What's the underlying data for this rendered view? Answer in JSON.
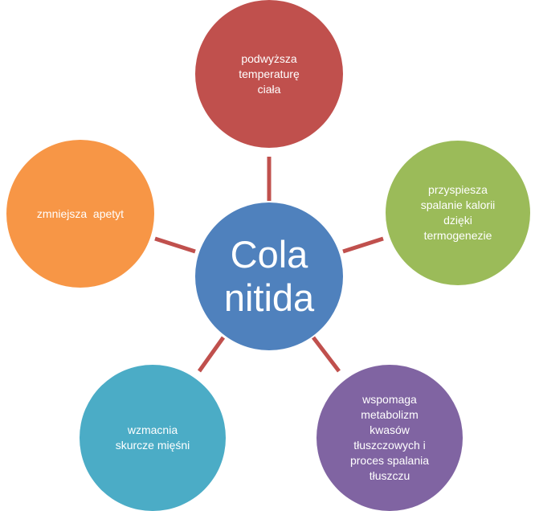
{
  "center": {
    "label": "Cola\nnitida",
    "color": "#4f81bd"
  },
  "nodes": [
    {
      "label": "podwyższa\ntemperaturę\nciała",
      "color": "#c0504d"
    },
    {
      "label": "przyspiesza\nspalanie kalorii\ndzięki\ntermogenezie",
      "color": "#9bbb59"
    },
    {
      "label": "wspomaga\nmetabolizm\nkwasów\ntłuszczowych i\nproces spalania\ntłuszczu",
      "color": "#8064a2"
    },
    {
      "label": "wzmacnia\nskurcze mięśni",
      "color": "#4bacc6"
    },
    {
      "label": "zmniejsza  apetyt",
      "color": "#f79646"
    }
  ],
  "connector_color": "#c0504d"
}
